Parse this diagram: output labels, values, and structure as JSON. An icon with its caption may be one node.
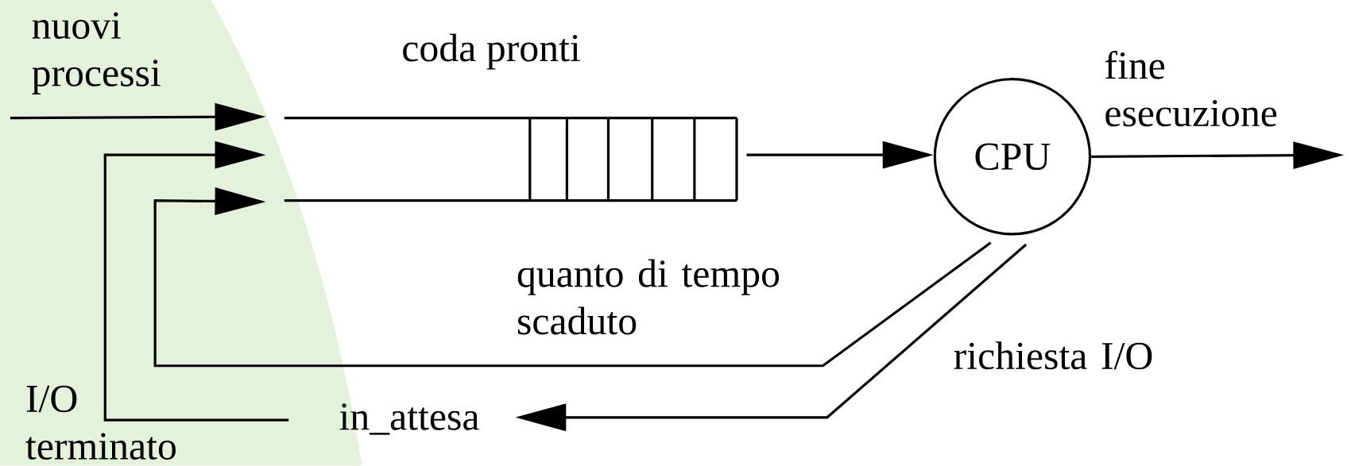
{
  "diagram": {
    "nodes": [
      {
        "text": [
          "coda pronti"
        ]
      },
      {
        "text": [
          "CPU"
        ]
      },
      {
        "text": [
          "in_attesa"
        ]
      }
    ],
    "edges": [
      {
        "from": null,
        "to": 0,
        "arrow": "to",
        "label": "nuovi processi"
      },
      {
        "from": 1,
        "to": null,
        "arrow": "to",
        "label": "fine esecuzione"
      },
      {
        "from": 0,
        "to": 1,
        "arrow": "to"
      },
      {
        "from": 1,
        "to": 0,
        "arrow": "to",
        "label": "quanto di tempo scaduto"
      },
      {
        "from": 1,
        "to": 2,
        "arrow": "to",
        "label": "richiesta I/O"
      },
      {
        "from": 2,
        "to": 0,
        "arrow": "to",
        "label": "I/O terminato"
      }
    ]
  }
}
